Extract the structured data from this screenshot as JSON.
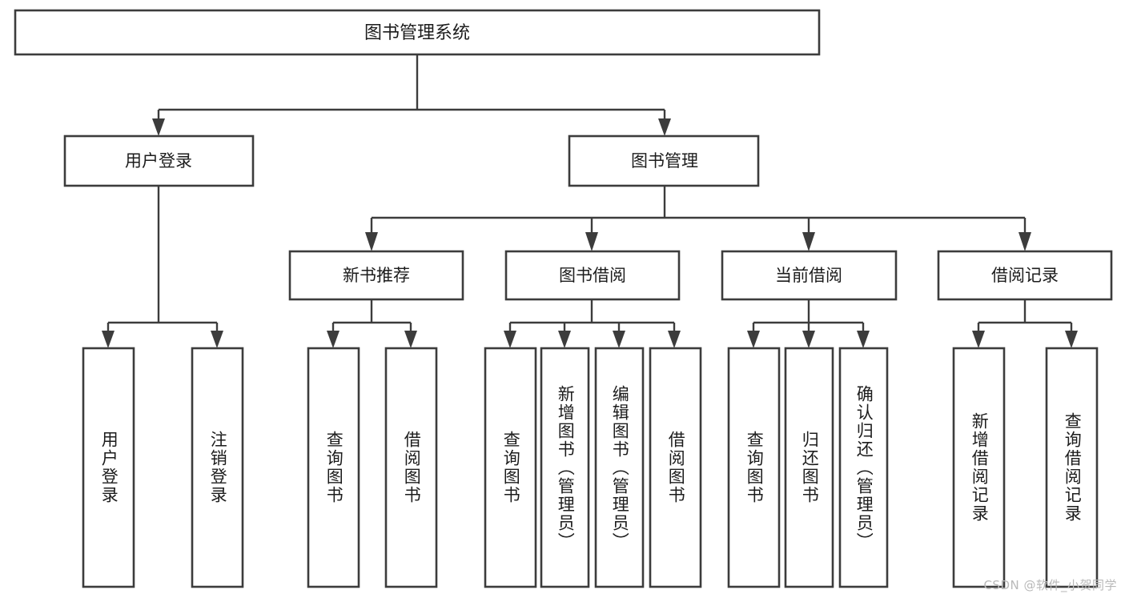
{
  "diagram": {
    "title": "图书管理系统",
    "type": "hierarchy-tree",
    "watermark": "CSDN @软件_小贺同学",
    "colors": {
      "background": "#ffffff",
      "box_stroke": "#3c3c3c",
      "box_fill": "#ffffff",
      "text": "#1c1c1c",
      "watermark": "#b9b9b9"
    },
    "levels": {
      "root": {
        "label": "图书管理系统"
      },
      "level2": [
        {
          "id": "user-login",
          "label": "用户登录"
        },
        {
          "id": "book-manage",
          "label": "图书管理"
        }
      ],
      "level3": [
        {
          "id": "new-book-recommend",
          "label": "新书推荐",
          "parent": "book-manage"
        },
        {
          "id": "book-borrow",
          "label": "图书借阅",
          "parent": "book-manage"
        },
        {
          "id": "current-borrow",
          "label": "当前借阅",
          "parent": "book-manage"
        },
        {
          "id": "borrow-record",
          "label": "借阅记录",
          "parent": "book-manage"
        }
      ],
      "leaves": [
        {
          "id": "leaf-user-login",
          "label": "用户登录",
          "parent": "user-login"
        },
        {
          "id": "leaf-user-logout",
          "label": "注销登录",
          "parent": "user-login"
        },
        {
          "id": "leaf-query-book-1",
          "label": "查询图书",
          "parent": "new-book-recommend"
        },
        {
          "id": "leaf-borrow-book-1",
          "label": "借阅图书",
          "parent": "new-book-recommend"
        },
        {
          "id": "leaf-query-book-2",
          "label": "查询图书",
          "parent": "book-borrow"
        },
        {
          "id": "leaf-add-book",
          "label": "新增图书（管理员）",
          "parent": "book-borrow"
        },
        {
          "id": "leaf-edit-book",
          "label": "编辑图书（管理员）",
          "parent": "book-borrow"
        },
        {
          "id": "leaf-borrow-book-2",
          "label": "借阅图书",
          "parent": "book-borrow"
        },
        {
          "id": "leaf-query-book-3",
          "label": "查询图书",
          "parent": "current-borrow"
        },
        {
          "id": "leaf-return-book",
          "label": "归还图书",
          "parent": "current-borrow"
        },
        {
          "id": "leaf-confirm-return",
          "label": "确认归还（管理员）",
          "parent": "current-borrow"
        },
        {
          "id": "leaf-add-record",
          "label": "新增借阅记录",
          "parent": "borrow-record"
        },
        {
          "id": "leaf-query-record",
          "label": "查询借阅记录",
          "parent": "borrow-record"
        }
      ]
    }
  }
}
